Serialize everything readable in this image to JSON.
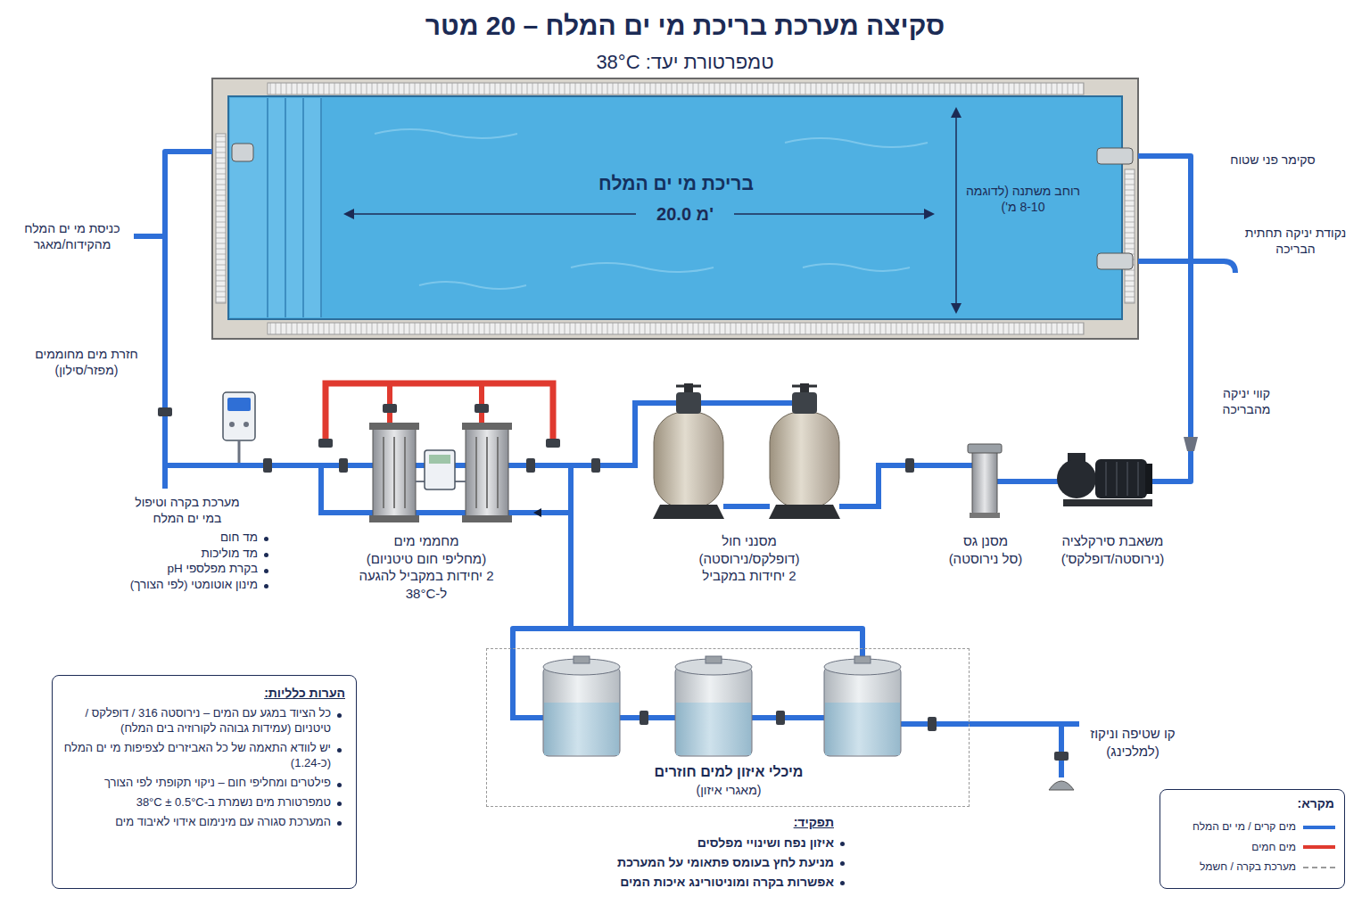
{
  "diagram": {
    "title": "סקיצה מערכת בריכת מי ים המלח – 20 מטר",
    "nodes": [
      {
        "text": [
          "בריכת מי ים המלח"
        ]
      },
      {
        "text": [
          "מערכת בקרה וטיפול במי ים המלח",
          "מד חום",
          "מד מוליכות",
          "בקרת מפלספי pH",
          "מינון אוטומטי (לפי הצורך)"
        ]
      },
      {
        "text": [
          "מחממי מים",
          "(מחליפי חום טיטניום)",
          "2 יחידות במקביל להגעה ל-38°C"
        ]
      },
      {
        "text": [
          "מסנני חול",
          "(דופלקס/נירוסטה)",
          "2 יחידות במקביל"
        ]
      },
      {
        "text": [
          "מסנן גס",
          "(סל נירוסטה)"
        ]
      },
      {
        "text": [
          "משאבת סירקלציה",
          "(נירוסטה/דופלקס')"
        ]
      },
      {
        "text": [
          "מיכלי איזון למים חוזרים",
          "(מאגרי איזון)"
        ]
      },
      {
        "text": [
          "קו שטיפה וניקוז",
          "(למלכינג)"
        ]
      },
      {
        "text": [
          "הערות כלליות:",
          "כל הציוד במגע עם המים – נירוסטה 316 / דופלקס / טיטניום (עמידות גבוהה לקורוזיה בים המלח)",
          "יש לוודא התאמה של כל האביזרים לצפיפות מי ים המלח (כ-1.24)",
          "פילטרים ומחליפי חום – ניקוי תקופתי לפי הצורך",
          "טמפרטורת מים נשמרת ב-38°C ± 0.5°C",
          "המערכת סגורה עם מינימום אידוי לאיבוד מים"
        ]
      }
    ],
    "edges": [
      {
        "from": 0,
        "to": 5,
        "arrow": "none"
      },
      {
        "from": 5,
        "to": 4,
        "arrow": "none"
      },
      {
        "from": 4,
        "to": 3,
        "arrow": "none"
      },
      {
        "from": 3,
        "to": 2,
        "arrow": "none"
      },
      {
        "from": 2,
        "to": 1,
        "arrow": "none"
      },
      {
        "from": 1,
        "to": 0,
        "arrow": "none"
      },
      {
        "from": 2,
        "to": 6,
        "arrow": "none"
      },
      {
        "from": 6,
        "to": 7,
        "arrow": "none"
      }
    ],
    "labels": [
      "טמפרטורת יעד: 38°C",
      "20.0 מ'",
      "רוחב משתנה (לדוגמה 8-10 מ')",
      "כניסת מי ים המלח מהקידוח/מאגר",
      "חזרת מים מחוממים (מפזר/סילון)",
      "סקימר פני שטוח",
      "נקודת יניקה תחתית הבריכה",
      "קווי יניקה מהבריכה",
      "תפקיד:",
      "איזון נפח ושינויי מפלסים",
      "מניעת לחץ בעומס פתאומי על המערכת",
      "אפשרות בקרה ומוניטורינג איכות המים",
      "מקרא:"
    ],
    "legend": [
      {
        "text": "מים קרים / מי ים המלח",
        "color": "#2e6fd8"
      },
      {
        "text": "מים חמים",
        "color": "#e03a2f"
      },
      {
        "text": "מערכת בקרה / חשמל"
      }
    ]
  }
}
